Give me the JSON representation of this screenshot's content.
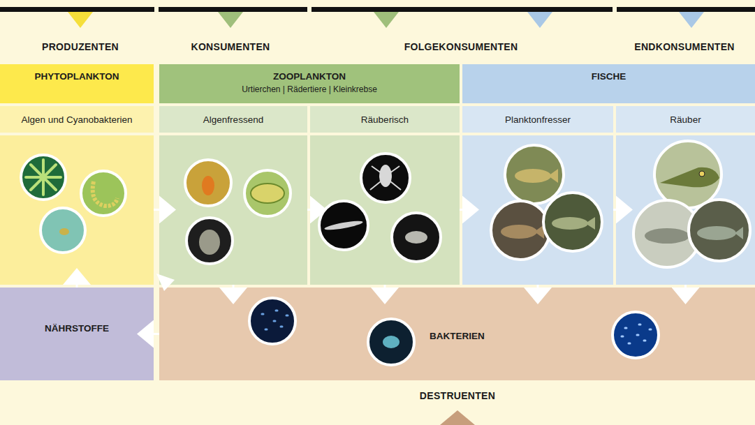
{
  "diagram": {
    "nodes": [
      {
        "text": [
          "PHYTOPLANKTON"
        ]
      },
      {
        "text": [
          "ZOOPLANKTON",
          "Urtierchen | Rädertiere | Kleinkrebse"
        ]
      },
      {
        "text": [
          "FISCHE"
        ]
      },
      {
        "text": [
          "Algen und Cyanobakterien"
        ]
      },
      {
        "text": [
          "Algenfressend"
        ]
      },
      {
        "text": [
          "Räuberisch"
        ]
      },
      {
        "text": [
          "Planktonfresser"
        ]
      },
      {
        "text": [
          "Räuber"
        ]
      },
      {
        "text": [
          "NÄHRSTOFFE"
        ]
      },
      {
        "text": [
          "BAKTERIEN"
        ]
      }
    ],
    "edges": [
      {
        "from": 3,
        "to": 4,
        "arrow": "to"
      },
      {
        "from": 4,
        "to": 5,
        "arrow": "to"
      },
      {
        "from": 5,
        "to": 6,
        "arrow": "to"
      },
      {
        "from": 6,
        "to": 7,
        "arrow": "to"
      },
      {
        "from": 4,
        "to": 9,
        "arrow": "to"
      },
      {
        "from": 5,
        "to": 9,
        "arrow": "to"
      },
      {
        "from": 6,
        "to": 9,
        "arrow": "to"
      },
      {
        "from": 7,
        "to": 9,
        "arrow": "to"
      },
      {
        "from": 9,
        "to": 8,
        "arrow": "to"
      },
      {
        "from": 8,
        "to": 3,
        "arrow": "to"
      }
    ],
    "labels": [
      "PRODUZENTEN",
      "KONSUMENTEN",
      "FOLGEKONSUMENTEN",
      "ENDKONSUMENTEN",
      "DESTRUENTEN"
    ]
  }
}
